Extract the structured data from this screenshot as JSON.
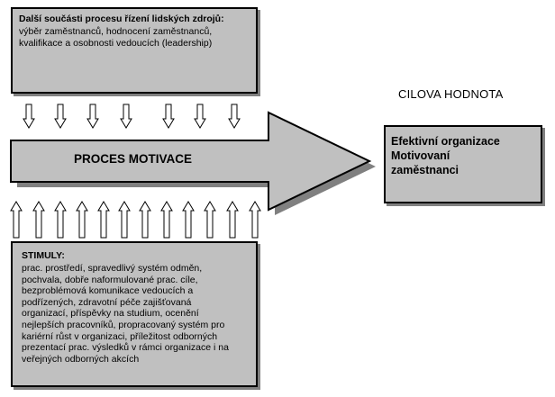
{
  "top_box": {
    "heading": "Další součásti procesu řízení lidských zdrojů:",
    "lines": [
      "výběr zaměstnanců, hodnocení zaměstnanců,",
      "kvalifikace a osobnosti vedoucích (leadership)"
    ]
  },
  "process_label": "PROCES MOTIVACE",
  "goal_label": "CILOVA HODNOTA",
  "goal_box": {
    "lines": [
      "Efektivní organizace",
      "Motivovaní",
      "zaměstnanci"
    ]
  },
  "stimuli_box": {
    "heading": "STIMULY:",
    "lines": [
      "prac. prostředí, spravedlivý systém odměn,",
      "pochvala, dobře naformulované prac. cíle,",
      "bezproblémová komunikace vedoucích a",
      "podřízených, zdravotní  péče zajišťovaná",
      "organizací, příspěvky na studium, ocenění",
      "nejlepších pracovníků, propracovaný systém pro",
      "kariérní růst v organizaci, příležitost odborných",
      "prezentací prac. výsledků v rámci organizace i na",
      "veřejných odborných akcích"
    ]
  },
  "colors": {
    "fill": "#c0c0c0",
    "stroke": "#000000",
    "shadow": "#808080"
  },
  "icons": {
    "down_arrows": "down-arrow-icon",
    "up_arrows": "up-arrow-icon"
  }
}
